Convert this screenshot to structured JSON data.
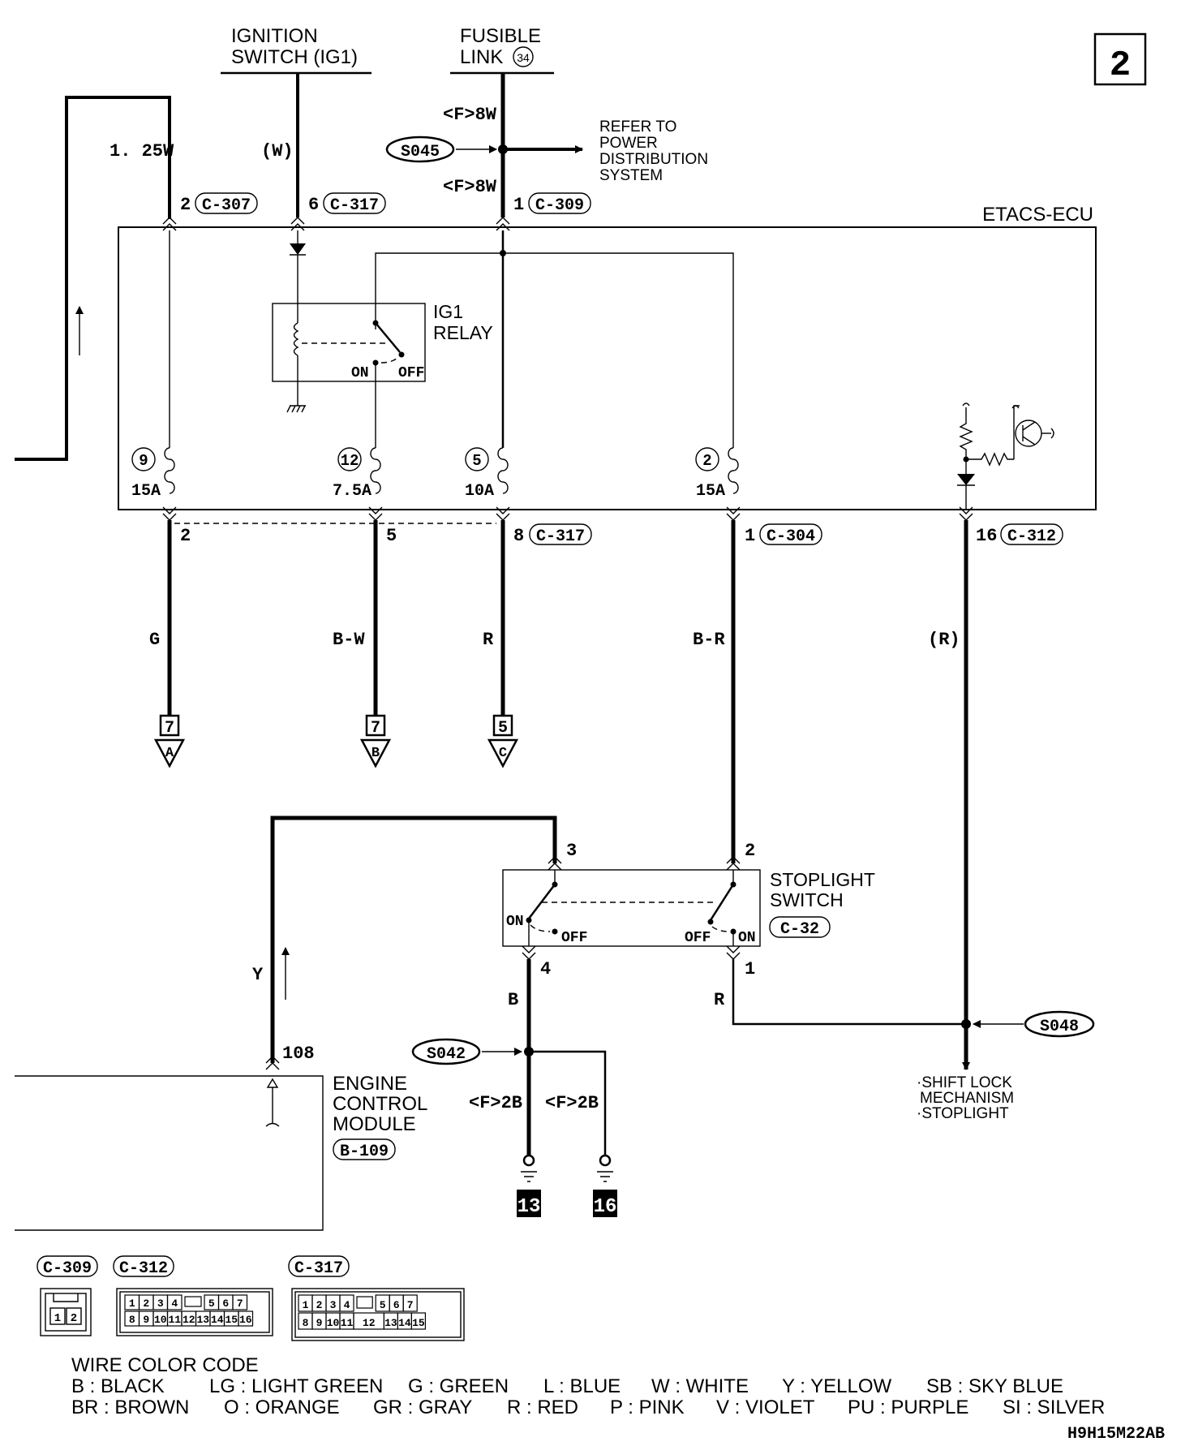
{
  "page_number": "2",
  "ref_code": "H9H15M22AB",
  "sources": {
    "ignition": [
      "IGNITION",
      "SWITCH (IG1)"
    ],
    "fusible_link": [
      "FUSIBLE",
      "LINK"
    ],
    "fusible_link_no": "34",
    "refer_to": [
      "REFER TO",
      "POWER",
      "DISTRIBUTION",
      "SYSTEM"
    ]
  },
  "wire_labels": {
    "w125": "1. 25W",
    "w_ign": "(W)",
    "f8w_top": "<F>8W",
    "f8w_bot": "<F>8W",
    "g": "G",
    "bw": "B-W",
    "r": "R",
    "br": "B-R",
    "r_paren": "(R)",
    "y": "Y",
    "b": "B",
    "r2": "R",
    "f2b_a": "<F>2B",
    "f2b_b": "<F>2B"
  },
  "splices": {
    "s045": "S045",
    "s042": "S042",
    "s048": "S048"
  },
  "ecu": {
    "title": "ETACS-ECU",
    "relay": [
      "IG1",
      "RELAY"
    ],
    "relay_on": "ON",
    "relay_off": "OFF",
    "top_pins": [
      {
        "pin": "2",
        "conn": "C-307"
      },
      {
        "pin": "6",
        "conn": "C-317"
      },
      {
        "pin": "1",
        "conn": "C-309"
      }
    ],
    "fuses": [
      {
        "no": "9",
        "amp": "15A"
      },
      {
        "no": "12",
        "amp": "7.5A"
      },
      {
        "no": "5",
        "amp": "10A"
      },
      {
        "no": "2",
        "amp": "15A"
      }
    ],
    "bottom_pins": [
      {
        "pin": "2"
      },
      {
        "pin": "5"
      },
      {
        "pin": "8",
        "conn": "C-317"
      },
      {
        "pin": "1",
        "conn": "C-304"
      },
      {
        "pin": "16",
        "conn": "C-312"
      }
    ]
  },
  "connectors_out": [
    {
      "num": "7",
      "letter": "A"
    },
    {
      "num": "7",
      "letter": "B"
    },
    {
      "num": "5",
      "letter": "C"
    }
  ],
  "stoplight": {
    "name": [
      "STOPLIGHT",
      "SWITCH"
    ],
    "conn": "C-32",
    "pins": [
      "3",
      "2",
      "4",
      "1"
    ],
    "on_l": "ON",
    "off_l": "OFF",
    "off_r": "OFF",
    "on_r": "ON"
  },
  "ecm": {
    "name": [
      "ENGINE",
      "CONTROL",
      "MODULE"
    ],
    "conn": "B-109",
    "pin": "108"
  },
  "grounds": [
    "13",
    "16"
  ],
  "shift_lock": [
    "·SHIFT LOCK",
    "MECHANISM",
    "·STOPLIGHT"
  ],
  "connector_views": [
    {
      "name": "C-309",
      "rows": [
        [
          "1",
          "2"
        ]
      ]
    },
    {
      "name": "C-312",
      "rows": [
        [
          "1",
          "2",
          "3",
          "4",
          "",
          "5",
          "6",
          "7"
        ],
        [
          "8",
          "9",
          "10",
          "11",
          "12",
          "13",
          "14",
          "15",
          "16"
        ]
      ]
    },
    {
      "name": "C-317",
      "rows": [
        [
          "1",
          "2",
          "3",
          "4",
          "",
          "5",
          "6",
          "7"
        ],
        [
          "8",
          "9",
          "10",
          "11",
          "12",
          "13",
          "14",
          "15"
        ]
      ]
    }
  ],
  "legend": {
    "title": "WIRE COLOR CODE",
    "row1": [
      "B : BLACK",
      "LG : LIGHT GREEN",
      "G : GREEN",
      "L : BLUE",
      "W : WHITE",
      "Y : YELLOW",
      "SB : SKY BLUE"
    ],
    "row2": [
      "BR : BROWN",
      "O : ORANGE",
      "GR : GRAY",
      "R : RED",
      "P : PINK",
      "V : VIOLET",
      "PU : PURPLE",
      "SI : SILVER"
    ]
  }
}
